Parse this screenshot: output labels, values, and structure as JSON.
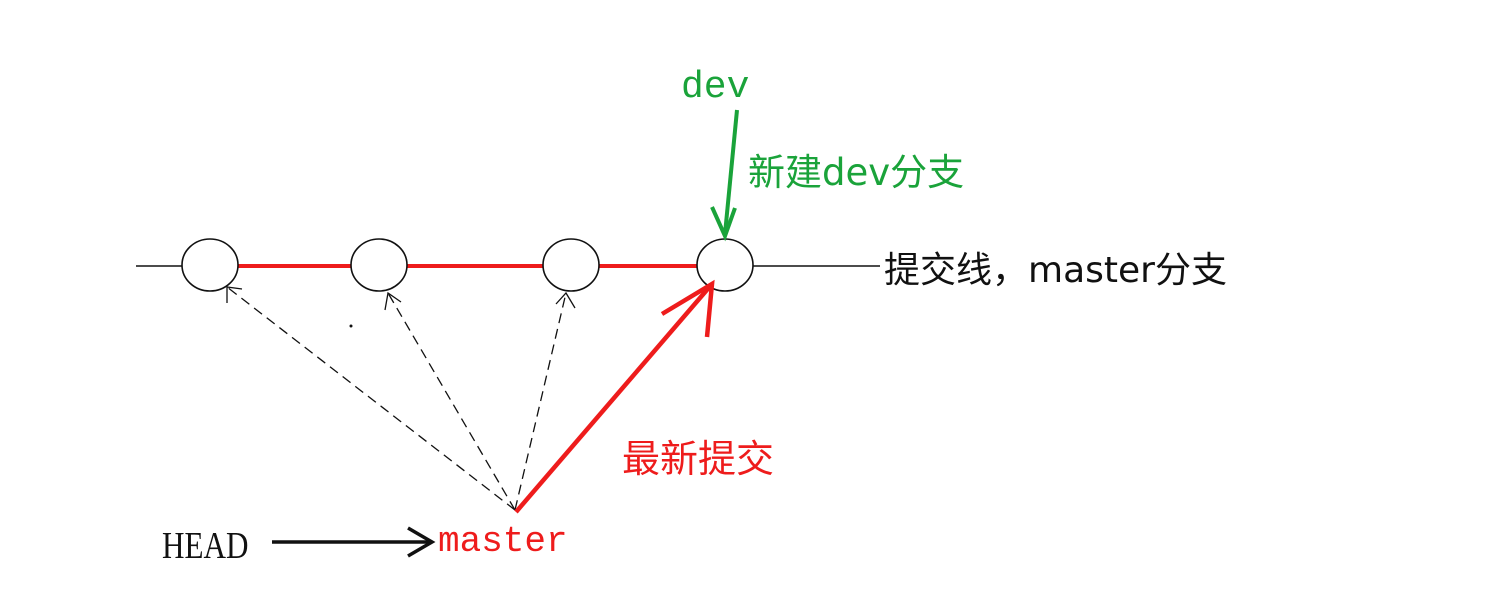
{
  "labels": {
    "dev": "dev",
    "new_dev_branch": "新建dev分支",
    "commit_line": "提交线，master分支",
    "latest_commit": "最新提交",
    "head": "HEAD",
    "master": "master"
  },
  "colors": {
    "green": "#1aa33a",
    "red": "#ee1c1c",
    "black": "#111111",
    "background": "#ffffff"
  },
  "commits": [
    {
      "id": "commit-1"
    },
    {
      "id": "commit-2"
    },
    {
      "id": "commit-3"
    },
    {
      "id": "commit-4"
    }
  ]
}
